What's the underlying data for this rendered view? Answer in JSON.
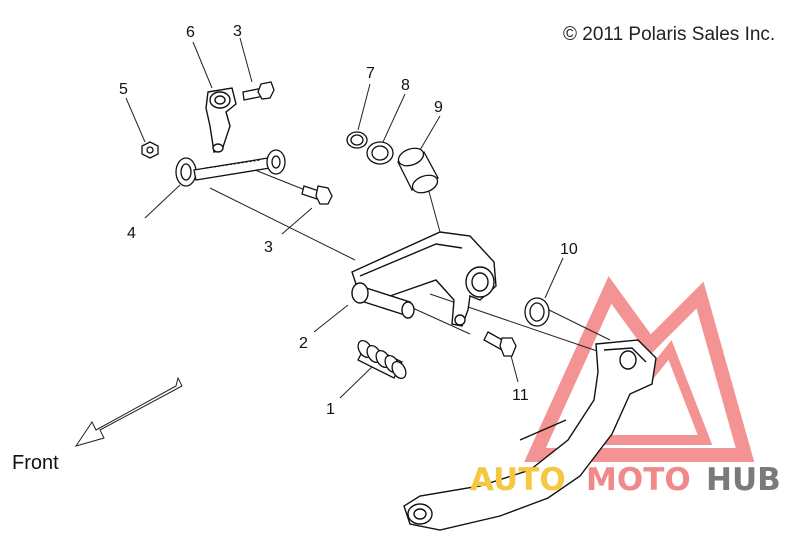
{
  "copyright": "© 2011 Polaris Sales Inc.",
  "front_label": "Front",
  "callouts": [
    {
      "id": "c6",
      "text": "6"
    },
    {
      "id": "c3a",
      "text": "3"
    },
    {
      "id": "c5",
      "text": "5"
    },
    {
      "id": "c7",
      "text": "7"
    },
    {
      "id": "c8",
      "text": "8"
    },
    {
      "id": "c9",
      "text": "9"
    },
    {
      "id": "c4",
      "text": "4"
    },
    {
      "id": "c3b",
      "text": "3"
    },
    {
      "id": "c10",
      "text": "10"
    },
    {
      "id": "c2",
      "text": "2"
    },
    {
      "id": "c11",
      "text": "11"
    },
    {
      "id": "c1",
      "text": "1"
    }
  ],
  "watermark": {
    "part1": "AUTO",
    "part2": "MOTO",
    "part3": "HUB",
    "colors": {
      "auto": "#f5c842",
      "moto": "#f08a8a",
      "hub": "#7a7a7a",
      "triangle": "#f07070"
    }
  }
}
